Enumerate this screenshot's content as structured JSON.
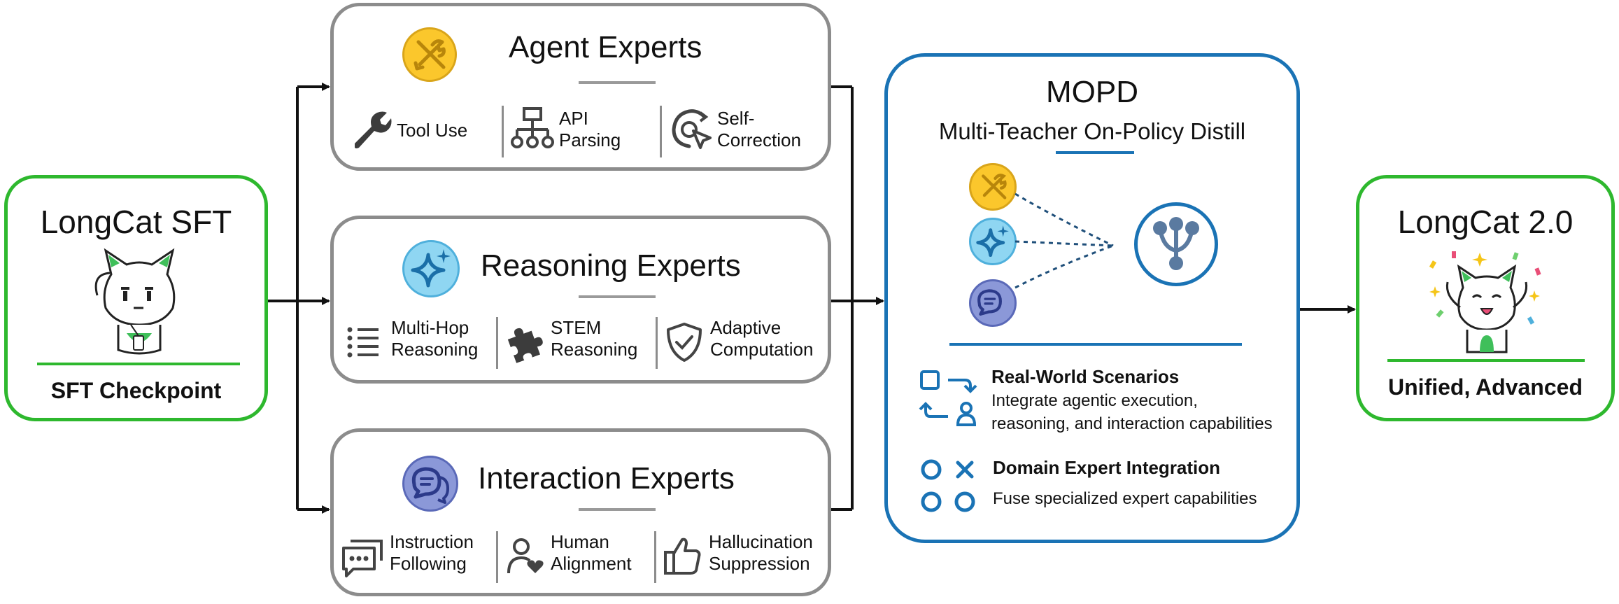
{
  "sft": {
    "title": "LongCat SFT",
    "caption": "SFT Checkpoint"
  },
  "agent": {
    "title": "Agent Experts",
    "items": [
      {
        "label": "Tool Use"
      },
      {
        "label": "API\nParsing"
      },
      {
        "label": "Self-\nCorrection"
      }
    ]
  },
  "reasoning": {
    "title": "Reasoning Experts",
    "items": [
      {
        "label": "Multi-Hop\nReasoning"
      },
      {
        "label": "STEM\nReasoning"
      },
      {
        "label": "Adaptive\nComputation"
      }
    ]
  },
  "interaction": {
    "title": "Interaction Experts",
    "items": [
      {
        "label": "Instruction\nFollowing"
      },
      {
        "label": "Human\nAlignment"
      },
      {
        "label": "Hallucination\nSuppression"
      }
    ]
  },
  "mopd": {
    "title": "MOPD",
    "subtitle": "Multi-Teacher On-Policy Distill",
    "features": [
      {
        "title": "Real-World Scenarios",
        "desc": "Integrate agentic execution,\nreasoning, and interaction capabilities"
      },
      {
        "title": "Domain Expert Integration",
        "desc": "Fuse specialized expert capabilities"
      }
    ]
  },
  "result": {
    "title": "LongCat 2.0",
    "caption": "Unified, Advanced"
  },
  "colors": {
    "green": "#2eb82e",
    "blue": "#1a73b5",
    "gray": "#8c8c8c",
    "agent_badge": "#fbc72c",
    "reasoning_badge": "#8fd6f2",
    "interaction_badge": "#8b98d8"
  },
  "icons": {
    "agent": "wrench-screwdriver-icon",
    "reasoning": "sparkle-icon",
    "interaction": "chat-bubbles-icon",
    "merge": "merge-node-icon",
    "scenarios": "flow-arrows-icon",
    "integration": "circles-x-icon"
  }
}
